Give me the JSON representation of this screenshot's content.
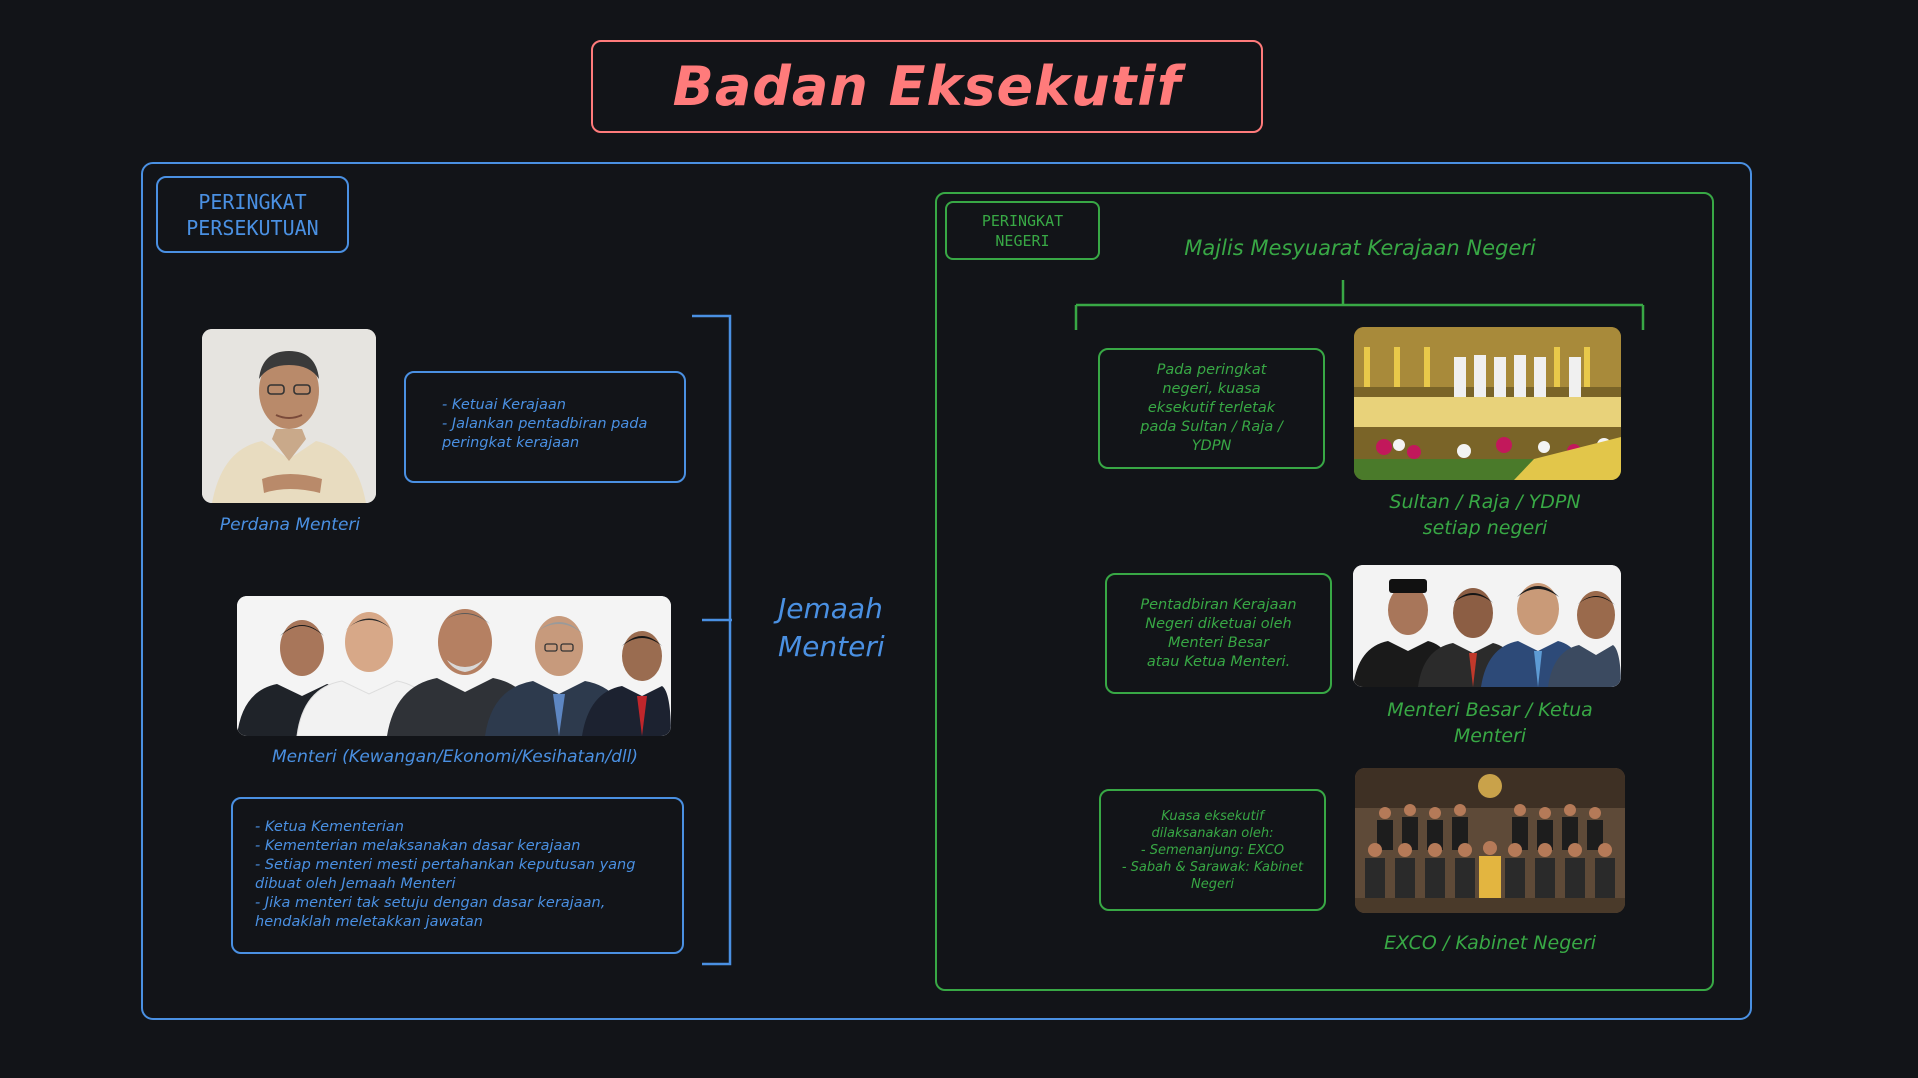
{
  "title": "Badan Eksekutif",
  "federal": {
    "tag_line1": "PERINGKAT",
    "tag_line2": "PERSEKUTUAN",
    "pm": {
      "caption": "Perdana Menteri",
      "note_lines": [
        "- Ketuai Kerajaan",
        "- Jalankan pentadbiran pada",
        "peringkat kerajaan"
      ]
    },
    "ministers": {
      "caption": "Menteri (Kewangan/Ekonomi/Kesihatan/dll)",
      "note_lines": [
        "- Ketua Kementerian",
        "- Kementerian melaksanakan dasar kerajaan",
        "- Setiap menteri mesti pertahankan keputusan yang",
        "dibuat oleh Jemaah Menteri",
        "- Jika menteri tak setuju dengan dasar kerajaan,",
        "hendaklah meletakkan jawatan"
      ]
    },
    "jemaah_line1": "Jemaah",
    "jemaah_line2": "Menteri"
  },
  "state": {
    "tag_line1": "PERINGKAT",
    "tag_line2": "NEGERI",
    "council": "Majlis Mesyuarat Kerajaan Negeri",
    "ruler": {
      "note_lines": [
        "Pada peringkat",
        "negeri, kuasa",
        "eksekutif terletak",
        "pada Sultan / Raja /",
        "YDPN"
      ],
      "caption_line1": "Sultan / Raja / YDPN",
      "caption_line2": "setiap negeri"
    },
    "mb": {
      "note_lines": [
        "Pentadbiran Kerajaan",
        "Negeri diketuai oleh",
        "Menteri Besar",
        "atau Ketua Menteri."
      ],
      "caption_line1": "Menteri Besar / Ketua",
      "caption_line2": "Menteri"
    },
    "exco": {
      "note_lines": [
        "Kuasa eksekutif",
        "dilaksanakan oleh:",
        "- Semenanjung: EXCO",
        "- Sabah & Sarawak: Kabinet",
        "Negeri"
      ],
      "caption": "EXCO / Kabinet Negeri"
    }
  },
  "colors": {
    "background": "#121418",
    "title": "#ff7b7b",
    "federal": "#4a90e2",
    "state": "#38a845"
  }
}
